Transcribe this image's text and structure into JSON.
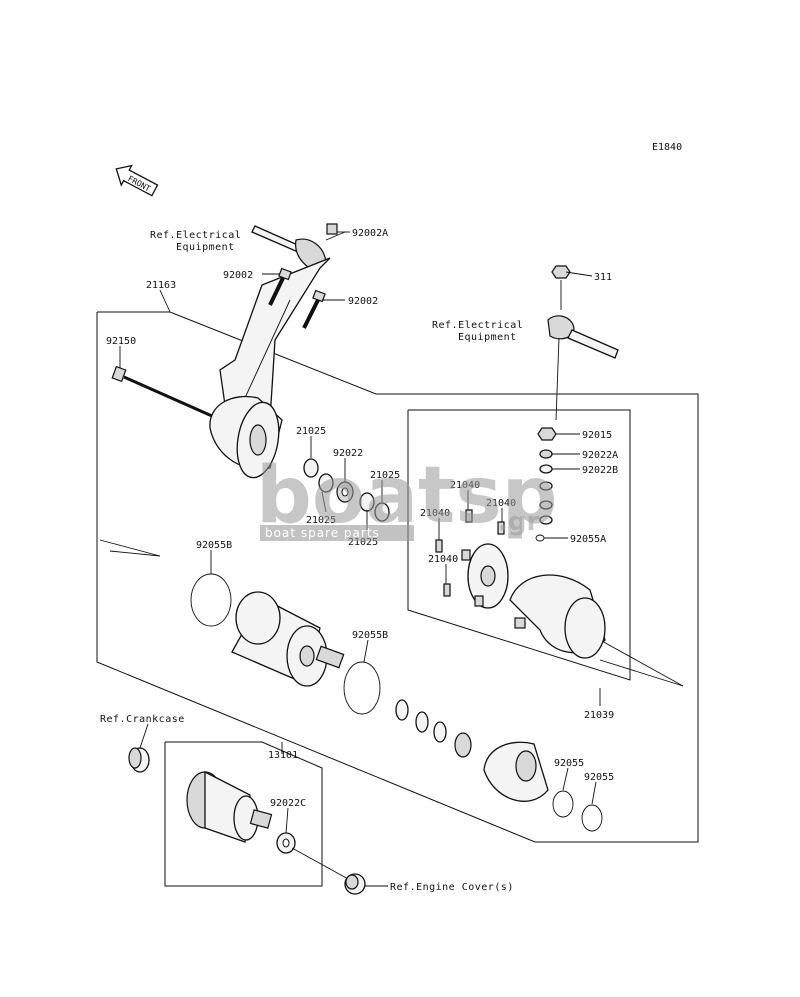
{
  "diagram_code": "E1840",
  "front_label": "FRONT",
  "refs": {
    "electrical_left": [
      "Ref.Electrical",
      "Equipment"
    ],
    "electrical_right": [
      "Ref.Electrical",
      "Equipment"
    ],
    "crankcase": "Ref.Crankcase",
    "engine_cover": "Ref.Engine Cover(s)"
  },
  "parts": {
    "p92002A": "92002A",
    "p92002_a": "92002",
    "p92002_b": "92002",
    "p21163": "21163",
    "p92150": "92150",
    "p311": "311",
    "p92015": "92015",
    "p92022A": "92022A",
    "p92022B": "92022B",
    "p21025_a": "21025",
    "p92022": "92022",
    "p21025_b": "21025",
    "p21025_c": "21025",
    "p21025_d": "21025",
    "p21040_a": "21040",
    "p21040_b": "21040",
    "p21040_c": "21040",
    "p21040_d": "21040",
    "p92055A": "92055A",
    "p92055B_a": "92055B",
    "p92055B_b": "92055B",
    "p21039": "21039",
    "p13101": "13101",
    "p92022C": "92022C",
    "p92055_a": "92055",
    "p92055_b": "92055"
  },
  "watermark": {
    "brand": "boatsp",
    "suffix": ".gr",
    "tagline": "boat spare parts"
  }
}
